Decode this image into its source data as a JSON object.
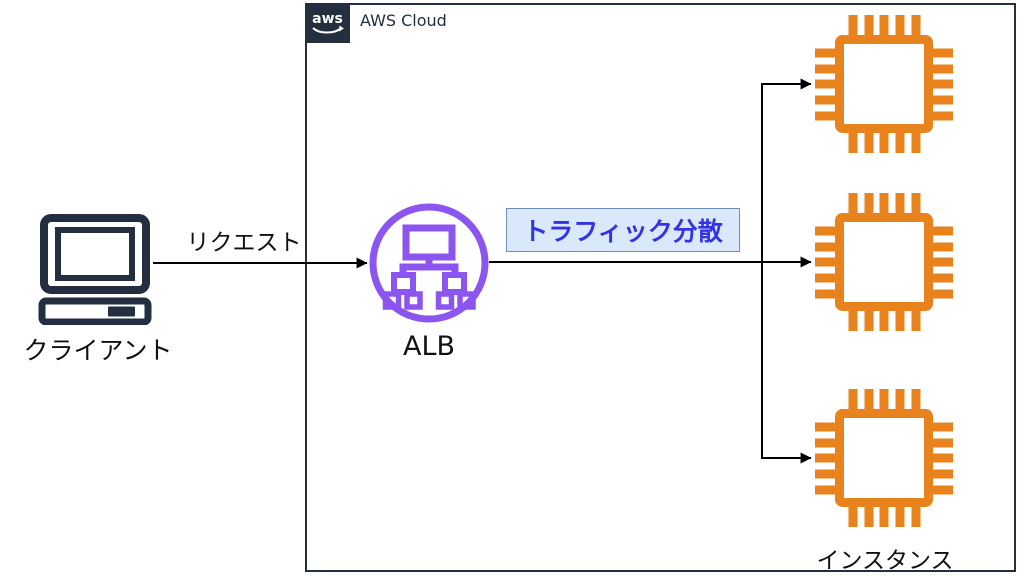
{
  "aws_cloud": {
    "logo_text": "aws",
    "title": "AWS Cloud"
  },
  "client": {
    "label": "クライアント",
    "icon": "client-computer-icon"
  },
  "request_arrow": {
    "label": "リクエスト"
  },
  "alb": {
    "label": "ALB",
    "icon": "load-balancer-icon"
  },
  "traffic_box": {
    "label": "トラフィック分散"
  },
  "instances": {
    "label": "インスタンス",
    "count": 3,
    "icon": "ec2-instance-chip-icon"
  },
  "colors": {
    "aws_dark": "#232F3E",
    "alb_purple": "#8C55F0",
    "instance_orange": "#E8821D",
    "label_bg": "#DAE8FC",
    "label_border": "#6C8EBF",
    "label_text": "#3333E6",
    "connector": "#000000"
  }
}
